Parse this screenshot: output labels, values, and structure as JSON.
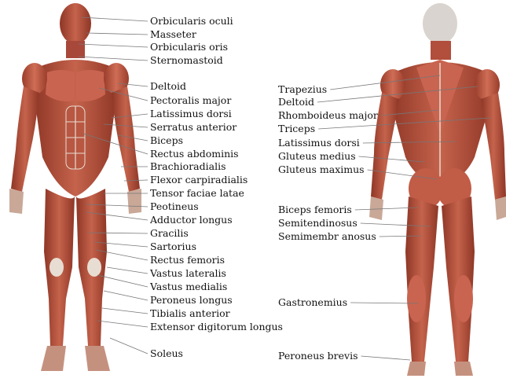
{
  "front_labels": [
    "Orbicularis oculi",
    "Masseter",
    "Orbicularis oris",
    "Sternomastoid",
    "Deltoid",
    "Pectoralis major",
    "Latissimus dorsi",
    "Serratus anterior",
    "Biceps",
    "Rectus abdominis",
    "Brachioradialis",
    "Flexor carpiradialis",
    "Tensor faciae latae",
    "Peotineus",
    "Adductor longus",
    "Gracilis",
    "Sartorius",
    "Rectus femoris",
    "Vastus lateralis",
    "Vastus medialis",
    "Peroneus longus",
    "Tibialis anterior",
    "Extensor digitorum longus",
    "Soleus"
  ],
  "back_labels": [
    "Trapezius",
    "Deltoid",
    "Rhomboideus major",
    "Triceps",
    "Latissimus dorsi",
    "Gluteus medius",
    "Gluteus maximus",
    "Biceps femoris",
    "Semitendinosus",
    "Semimembr anosus",
    "Gastronemius",
    "Peroneus brevis"
  ],
  "colors": {
    "muscle": "#b5523f",
    "muscle_dark": "#8e3626",
    "tendon": "#e8ddd2",
    "skin_head_back": "#d9d4cf"
  }
}
